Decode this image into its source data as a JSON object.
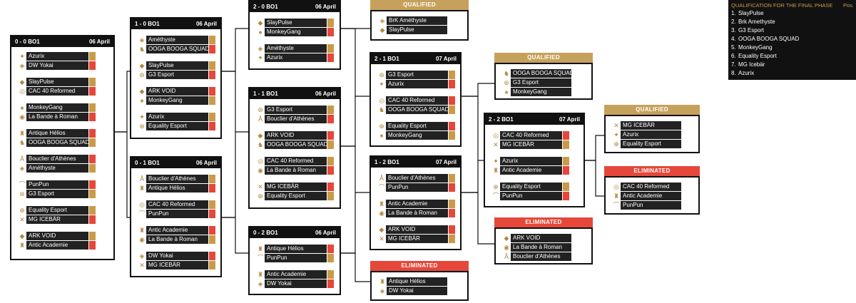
{
  "rounds": {
    "r00": {
      "title": "0 - 0 BO1",
      "date": "06 April",
      "matches": [
        {
          "a": "Azurix",
          "b": "DW Yokai",
          "ia": "✦",
          "ib": "◈",
          "sa": "win",
          "sb": "loss"
        },
        {
          "a": "SlayPulse",
          "b": "CAC 40 Reformed",
          "ia": "◆",
          "ib": "◎",
          "sa": "win",
          "sb": "loss"
        },
        {
          "a": "MonkeyGang",
          "b": "La Bande à Roman",
          "ia": "♠",
          "ib": "◉",
          "sa": "win",
          "sb": "loss"
        },
        {
          "a": "Antique Hélios",
          "b": "OOGA BOOGA SQUAD",
          "ia": "♜",
          "ib": "♞",
          "sa": "loss",
          "sb": "win"
        },
        {
          "a": "Bouclier d'Athènes",
          "b": "Améthyste",
          "ia": "Å",
          "ib": "◈",
          "sa": "loss",
          "sb": "win"
        },
        {
          "a": "PunPun",
          "b": "G3 Esport",
          "ia": "⌒",
          "ib": "⊛",
          "sa": "loss",
          "sb": "win"
        },
        {
          "a": "Equality Esport",
          "b": "MG ICEBÄR",
          "ia": "⊕",
          "ib": "✕",
          "sa": "win",
          "sb": "loss"
        },
        {
          "a": "ARK VOID",
          "b": "Antic Academie",
          "ia": "◆",
          "ib": "♜",
          "sa": "win",
          "sb": "loss"
        }
      ]
    },
    "r10": {
      "title": "1 - 0 BO1",
      "date": "06 April",
      "matches": [
        {
          "a": "Améthyste",
          "b": "OOGA BOOGA SQUAD",
          "ia": "◈",
          "ib": "♞",
          "sa": "win",
          "sb": "loss"
        },
        {
          "a": "SlayPulse",
          "b": "G3 Esport",
          "ia": "◆",
          "ib": "⊛",
          "sa": "win",
          "sb": "loss"
        },
        {
          "a": "ARK VOID",
          "b": "MonkeyGang",
          "ia": "◆",
          "ib": "♠",
          "sa": "loss",
          "sb": "win"
        },
        {
          "a": "Azurix",
          "b": "Equality Esport",
          "ia": "✦",
          "ib": "⊕",
          "sa": "win",
          "sb": "loss"
        }
      ]
    },
    "r01": {
      "title": "0 - 1 BO1",
      "date": "06 April",
      "matches": [
        {
          "a": "Bouclier d'Athènes",
          "b": "Antique Hélios",
          "ia": "Å",
          "ib": "♜",
          "sa": "win",
          "sb": "loss"
        },
        {
          "a": "CAC 40 Reformed",
          "b": "PunPun",
          "ia": "◎",
          "ib": "⌒",
          "sa": "win",
          "sb": "loss"
        },
        {
          "a": "Antic Academie",
          "b": "La Bande à Roman",
          "ia": "♜",
          "ib": "◉",
          "sa": "loss",
          "sb": "win"
        },
        {
          "a": "DW Yokai",
          "b": "MG ICEBÄR",
          "ia": "◈",
          "ib": "✕",
          "sa": "loss",
          "sb": "win"
        }
      ]
    },
    "r20": {
      "title": "2 - 0 BO1",
      "date": "06 April",
      "matches": [
        {
          "a": "SlayPulse",
          "b": "MonkeyGang",
          "ia": "◆",
          "ib": "♠",
          "sa": "win",
          "sb": "loss"
        },
        {
          "a": "Améthyste",
          "b": "Azurix",
          "ia": "◈",
          "ib": "✦",
          "sa": "win",
          "sb": "loss"
        }
      ]
    },
    "r11": {
      "title": "1 - 1 BO1",
      "date": "06 April",
      "matches": [
        {
          "a": "G3 Esport",
          "b": "Bouclier d'Athènes",
          "ia": "⊛",
          "ib": "Å",
          "sa": "win",
          "sb": "loss"
        },
        {
          "a": "ARK VOID",
          "b": "OOGA BOOGA SQUAD",
          "ia": "◆",
          "ib": "♞",
          "sa": "loss",
          "sb": "win"
        },
        {
          "a": "CAC 40 Reformed",
          "b": "La Bande à Roman",
          "ia": "◎",
          "ib": "◉",
          "sa": "win",
          "sb": "loss"
        },
        {
          "a": "MG ICEBÄR",
          "b": "Equality Esport",
          "ia": "✕",
          "ib": "⊕",
          "sa": "loss",
          "sb": "win"
        }
      ]
    },
    "r02": {
      "title": "0 - 2 BO1",
      "date": "06 April",
      "matches": [
        {
          "a": "Antique Hélios",
          "b": "PunPun",
          "ia": "♜",
          "ib": "⌒",
          "sa": "loss",
          "sb": "win"
        },
        {
          "a": "Antic Academie",
          "b": "DW Yokai",
          "ia": "♜",
          "ib": "◈",
          "sa": "win",
          "sb": "loss"
        }
      ]
    },
    "r21": {
      "title": "2 - 1 BO1",
      "date": "07 April",
      "matches": [
        {
          "a": "G3 Esport",
          "b": "Azurix",
          "ia": "⊛",
          "ib": "✦",
          "sa": "win",
          "sb": "loss"
        },
        {
          "a": "CAC 40 Reformed",
          "b": "OOGA BOOGA SQUAD",
          "ia": "◎",
          "ib": "♞",
          "sa": "loss",
          "sb": "win"
        },
        {
          "a": "Equality Esport",
          "b": "MonkeyGang",
          "ia": "⊕",
          "ib": "♠",
          "sa": "loss",
          "sb": "win"
        }
      ]
    },
    "r12": {
      "title": "1 - 2 BO1",
      "date": "07 April",
      "matches": [
        {
          "a": "Bouclier d'Athènes",
          "b": "PunPun",
          "ia": "Å",
          "ib": "⌒",
          "sa": "win",
          "sb": "loss"
        },
        {
          "a": "Antic Academie",
          "b": "La Bande à Roman",
          "ia": "♜",
          "ib": "◉",
          "sa": "win",
          "sb": "loss"
        },
        {
          "a": "ARK VOID",
          "b": "MG ICEBÄR",
          "ia": "◆",
          "ib": "✕",
          "sa": "loss",
          "sb": "win"
        }
      ]
    },
    "r22": {
      "title": "2 - 2 BO1",
      "date": "07 April",
      "matches": [
        {
          "a": "CAC 40 Reformed",
          "b": "MG ICEBÄR",
          "ia": "◎",
          "ib": "✕",
          "sa": "loss",
          "sb": "win"
        },
        {
          "a": "Azurix",
          "b": "Antic Academie",
          "ia": "✦",
          "ib": "♜",
          "sa": "win",
          "sb": "loss"
        },
        {
          "a": "Equality Esport",
          "b": "PunPun",
          "ia": "⊕",
          "ib": "⌒",
          "sa": "win",
          "sb": "loss"
        }
      ]
    }
  },
  "results": {
    "q1": {
      "label": "QUALIFIED",
      "teams": [
        {
          "n": "BrK Améthyste",
          "i": "◈"
        },
        {
          "n": "SlayPulse",
          "i": "◆"
        }
      ]
    },
    "q2": {
      "label": "QUALIFIED",
      "teams": [
        {
          "n": "OOGA BOOGA SQUAD",
          "i": "♞"
        },
        {
          "n": "G3 Esport",
          "i": "⊛"
        },
        {
          "n": "MonkeyGang",
          "i": "♠"
        }
      ]
    },
    "q3": {
      "label": "QUALIFIED",
      "teams": [
        {
          "n": "MG ICEBÄR",
          "i": "✕"
        },
        {
          "n": "Azurix",
          "i": "✦"
        },
        {
          "n": "Equality Esport",
          "i": "⊕"
        }
      ]
    },
    "e1": {
      "label": "ELIMINATED",
      "teams": [
        {
          "n": "Antique Hélios",
          "i": "♜"
        },
        {
          "n": "DW Yokai",
          "i": "◈"
        }
      ]
    },
    "e2": {
      "label": "ELIMINATED",
      "teams": [
        {
          "n": "ARK VOID",
          "i": "◆"
        },
        {
          "n": "La Bande à Roman",
          "i": "◉"
        },
        {
          "n": "Bouclier d'Athènes",
          "i": "Å"
        }
      ]
    },
    "e3": {
      "label": "ELIMINATED",
      "teams": [
        {
          "n": "CAC 40 Reformed",
          "i": "◎"
        },
        {
          "n": "Antic Academie",
          "i": "♜"
        },
        {
          "n": "PunPun",
          "i": "⌒"
        }
      ]
    }
  },
  "qualification": {
    "title": "QUALIFICATION FOR THE FINAL PHASE",
    "pos": "Pos.",
    "items": [
      "SlayPulse",
      "Brk Amethyste",
      "G3 Esport",
      "OOGA BOOGA SQUAD",
      "MonkeyGang",
      "Equality Esport",
      "MG Icebär",
      "Azurix"
    ]
  },
  "colors": {
    "win": "#c99b49",
    "loss": "#e5473a",
    "qualified": "#c6a15b",
    "eliminated": "#e5473a"
  }
}
